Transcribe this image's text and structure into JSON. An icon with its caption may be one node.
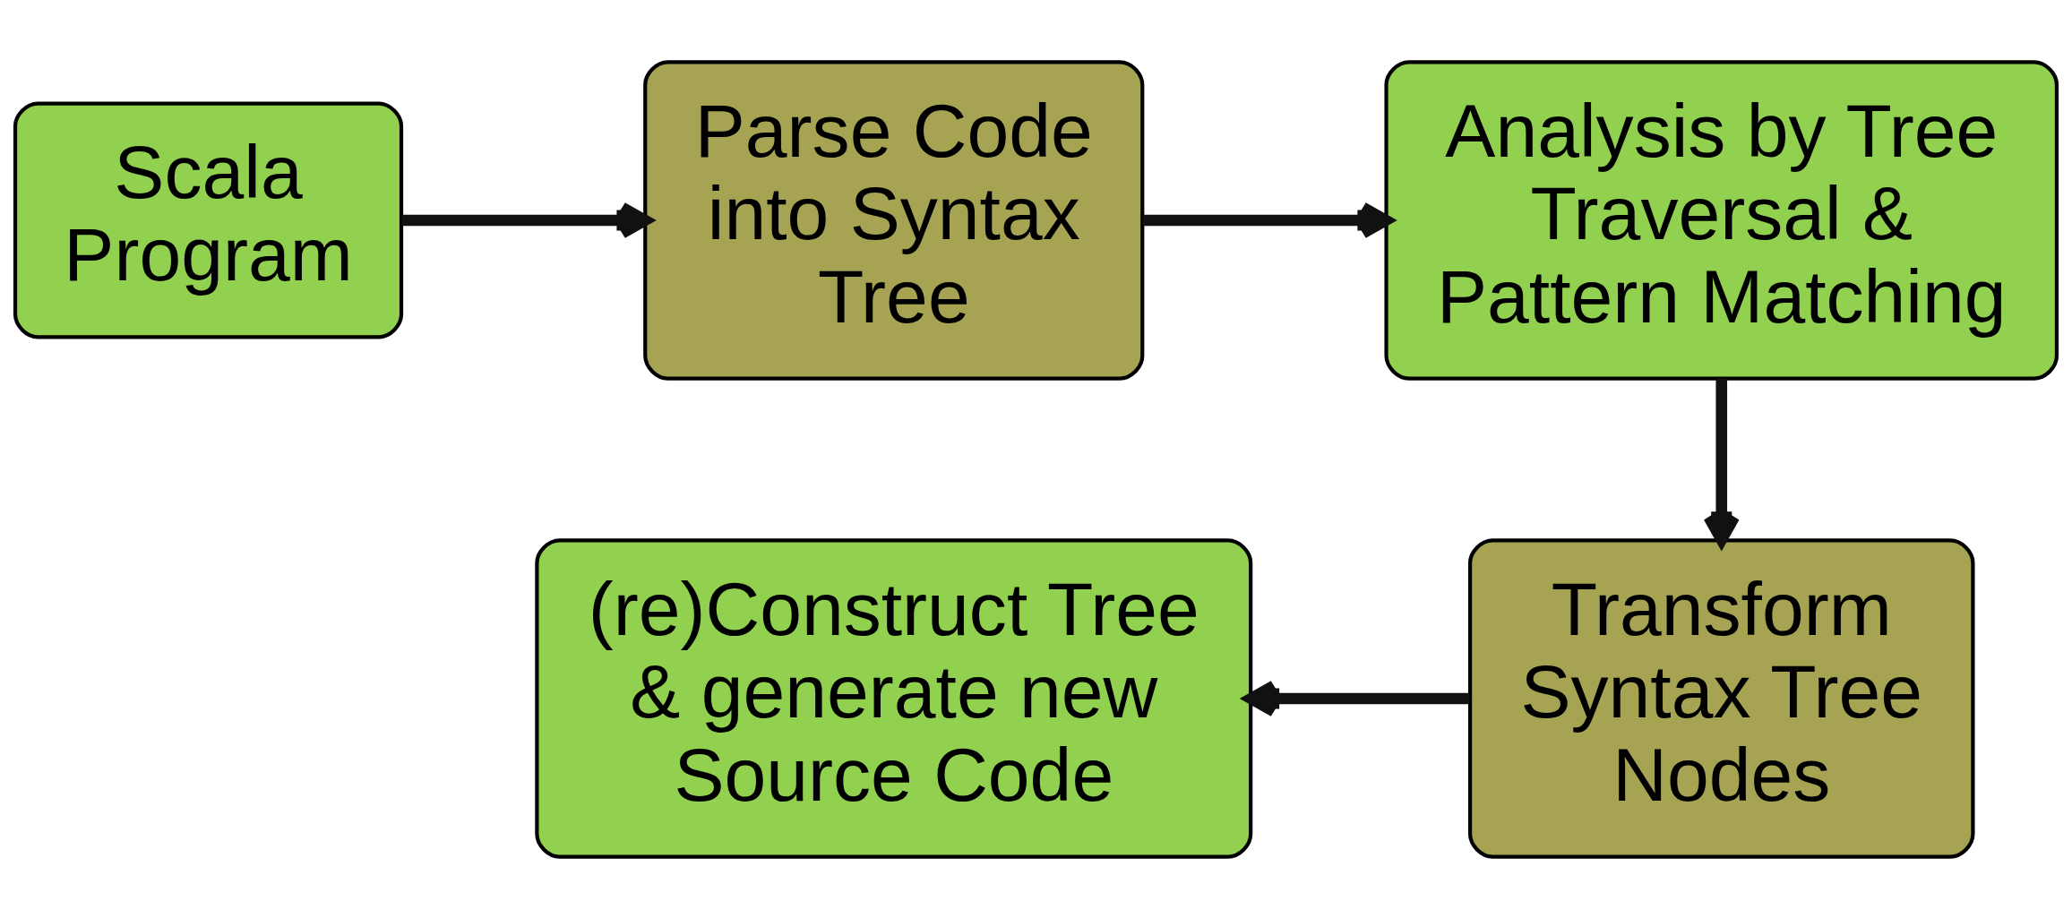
{
  "diagram": {
    "nodes": [
      {
        "text": [
          "Scala Program"
        ]
      },
      {
        "text": [
          "Parse Code into Syntax Tree"
        ]
      },
      {
        "text": [
          "Analysis by Tree Traversal & Pattern Matching"
        ]
      },
      {
        "text": [
          "Transform Syntax Tree Nodes"
        ]
      },
      {
        "text": [
          "(re)Construct Tree & generate new Source Code"
        ]
      }
    ],
    "edges": [
      {
        "from": 0,
        "to": 1,
        "arrow": "to"
      },
      {
        "from": 1,
        "to": 2,
        "arrow": "to"
      },
      {
        "from": 2,
        "to": 3,
        "arrow": "to"
      },
      {
        "from": 3,
        "to": 4,
        "arrow": "to"
      }
    ]
  }
}
